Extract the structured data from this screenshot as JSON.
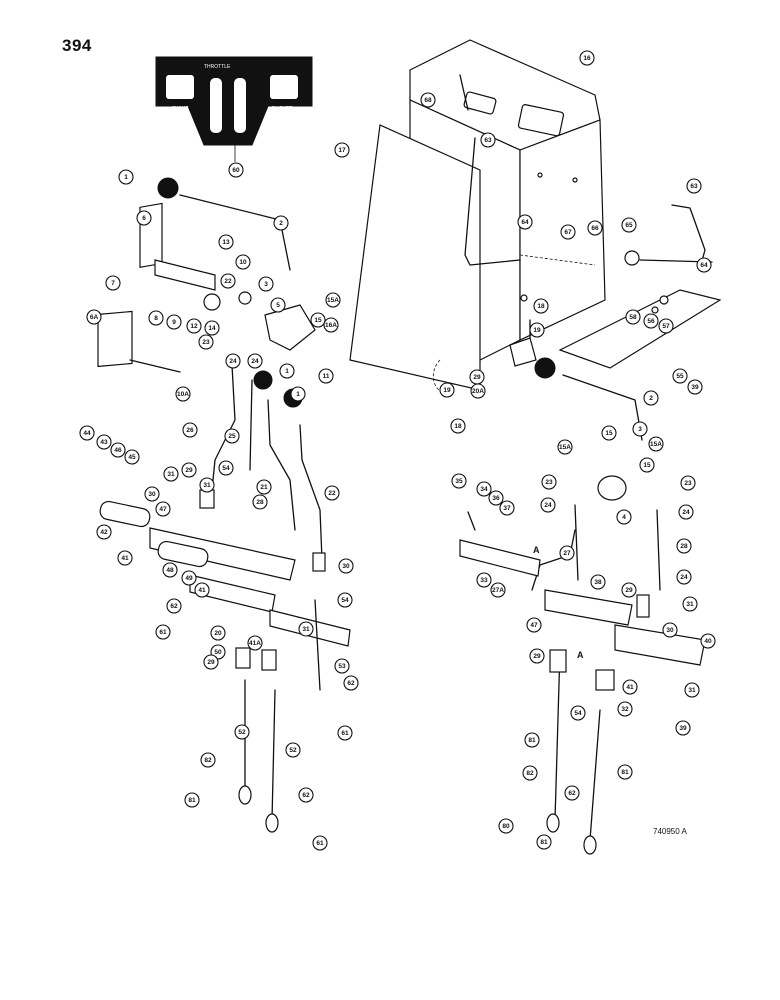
{
  "page": {
    "number": "394",
    "drawing_id": "740950 A"
  },
  "plate": {
    "labels": [
      "THROTTLE",
      "SWING",
      "BUCKET"
    ]
  },
  "arrows": {
    "left": "A",
    "right": "A"
  },
  "callouts": {
    "c1": "1",
    "c2": "2",
    "c6": "6",
    "c7": "7",
    "c13": "13",
    "c10": "10",
    "c22": "22",
    "c3": "3",
    "c5": "5",
    "c12": "12",
    "c9": "9",
    "c8": "8",
    "c14": "14",
    "c23": "23",
    "c15a": "15A",
    "c15": "15",
    "c16a": "16A",
    "c11": "11",
    "c6a": "6A",
    "c10a": "10A",
    "c24": "24",
    "c24b": "24",
    "c1b": "1",
    "c1c": "1",
    "c26": "26",
    "c25": "25",
    "c44": "44",
    "c43": "43",
    "c46": "46",
    "c45": "45",
    "c29": "29",
    "c54": "54",
    "c31": "31",
    "c31b": "31",
    "c30": "30",
    "c21": "21",
    "c22b": "22",
    "c42": "42",
    "c47": "47",
    "c41": "41",
    "c48": "48",
    "c49": "49",
    "c41b": "41",
    "c62": "62",
    "c61": "61",
    "c50": "50",
    "c20": "20",
    "c41a": "41A",
    "c53": "53",
    "c62b": "62",
    "c61b": "61",
    "c29b": "29",
    "c31c": "31",
    "c30b": "30",
    "c54b": "54",
    "c52": "52",
    "c52b": "52",
    "c82": "82",
    "c81": "81",
    "c62c": "62",
    "c61c": "61",
    "c28": "28",
    "c60": "60",
    "c17": "17",
    "c16": "16",
    "c68": "68",
    "c63": "63",
    "c63b": "63",
    "c64": "64",
    "c67": "67",
    "c66": "66",
    "c65": "65",
    "c64b": "64",
    "c18": "18",
    "c19": "19",
    "c58": "58",
    "c56": "56",
    "c57": "57",
    "c55": "55",
    "c39": "39",
    "c29c": "29",
    "c20b": "20A",
    "c19b": "19",
    "c18b": "18",
    "c2b": "2",
    "c3b": "3",
    "c15b": "15",
    "c15c": "15A",
    "c15d": "15A",
    "c15e": "15",
    "c23b": "23",
    "c23c": "23",
    "c4": "4",
    "c24c": "24",
    "c24d": "24",
    "c35": "35",
    "c34": "34",
    "c36": "36",
    "c37": "37",
    "c27": "27",
    "c28b": "28",
    "c33": "33",
    "c27a": "27A",
    "c38": "38",
    "c24e": "24",
    "c29d": "29",
    "c31d": "31",
    "c30c": "30",
    "c47b": "47",
    "c40": "40",
    "c29e": "29",
    "c41c": "41",
    "c31e": "31",
    "c54c": "54",
    "c32": "32",
    "c39b": "39",
    "c81b": "81",
    "c81c": "81",
    "c82b": "82",
    "c62d": "62",
    "c80": "80",
    "c81d": "81"
  }
}
